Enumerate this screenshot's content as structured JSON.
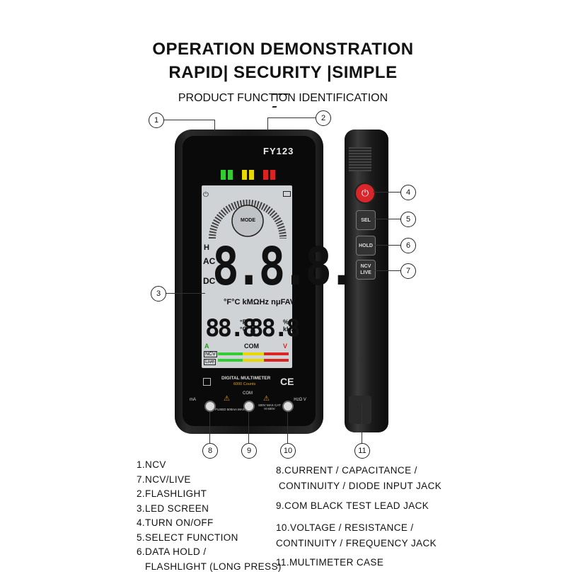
{
  "header": {
    "title": "OPERATION DEMONSTRATION",
    "tagline": "RAPID| SECURITY |SIMPLE",
    "subtitle": "PRODUCT FUNCTION IDENTIFICATION"
  },
  "device": {
    "brand": "FY123",
    "model_label": "DIGITAL MULTIMETER",
    "counts": "6000 Counts",
    "main_display": "8.8.8.8",
    "sub_display_left": "88.8",
    "sub_display_right": "88.8",
    "mode_label": "MODE",
    "indicators": {
      "h": "H",
      "ac": "AC",
      "dc": "DC",
      "units": "°F°C kMΩHz nμFAV",
      "sub_left_units": "°F °C",
      "sub_right_units": "% kHz",
      "com_row_left": "A",
      "com_row_mid": "COM",
      "com_row_right": "V",
      "ncv": "NCV",
      "live": "Live",
      "ce": "CE"
    },
    "jack_labels": {
      "left": "mA",
      "com": "COM",
      "fuse": "FUSED 500mA MAX",
      "rating": "600V MAX CAT III 600V",
      "right": "HzΩ V"
    },
    "side_buttons": {
      "sel": "SEL",
      "hold": "HOLD",
      "ncv": "NCV LIVE"
    }
  },
  "callouts": [
    "1",
    "2",
    "3",
    "4",
    "5",
    "6",
    "7",
    "8",
    "9",
    "10",
    "11"
  ],
  "legend_left": [
    "1.NCV",
    "7.NCV/LIVE",
    "2.FLASHLIGHT",
    "3.LED SCREEN",
    "4.TURN ON/OFF",
    "5.SELECT FUNCTION",
    "6.DATA HOLD /",
    "FLASHLIGHT (LONG PRESS)"
  ],
  "legend_right": [
    "8.CURRENT / CAPACITANCE /",
    "CONTINUITY / DIODE INPUT JACK",
    "9.COM BLACK TEST LEAD JACK",
    "10.VOLTAGE / RESISTANCE /",
    "CONTINUITY / FREQUENCY JACK",
    "11.MULTIMETER CASE"
  ],
  "colors": {
    "led_green": "#33cc33",
    "led_yellow": "#e6d800",
    "led_red": "#dd2222",
    "power_button": "#d9262b"
  }
}
